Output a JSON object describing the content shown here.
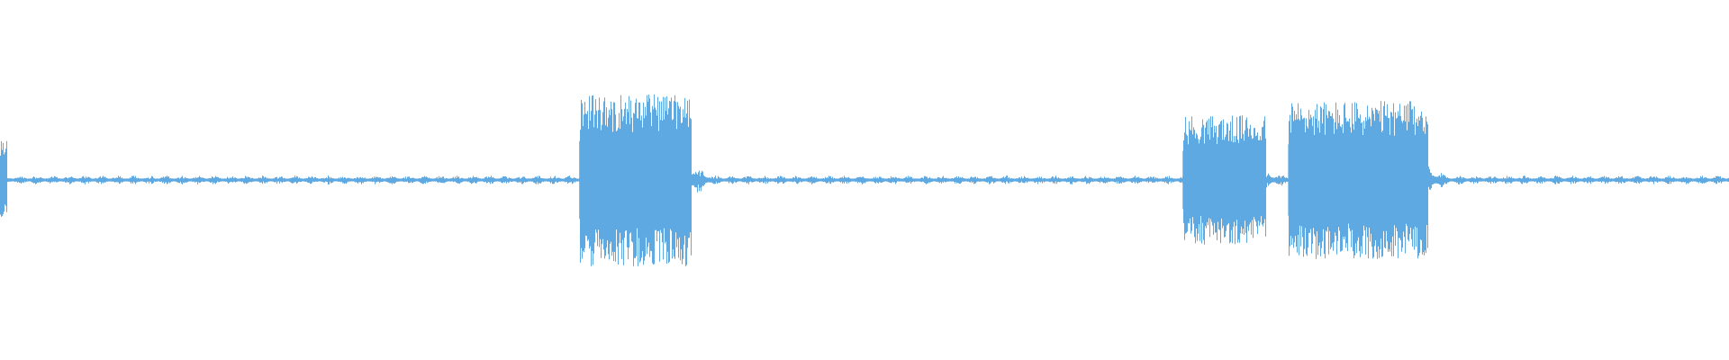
{
  "waveform": {
    "color": "#5ea9e2",
    "background": "#ffffff",
    "channels": 1,
    "duration_fraction_note_free": true,
    "segments": [
      {
        "kind": "transient",
        "start": 0.0,
        "end": 0.004,
        "level": 0.22
      },
      {
        "kind": "quiet",
        "start": 0.004,
        "end": 0.335,
        "level": 0.025
      },
      {
        "kind": "loud",
        "start": 0.335,
        "end": 0.4,
        "level": 0.48
      },
      {
        "kind": "decay",
        "start": 0.4,
        "end": 0.412,
        "level": 0.1
      },
      {
        "kind": "quiet",
        "start": 0.412,
        "end": 0.684,
        "level": 0.025
      },
      {
        "kind": "loud",
        "start": 0.684,
        "end": 0.732,
        "level": 0.36
      },
      {
        "kind": "decay",
        "start": 0.732,
        "end": 0.745,
        "level": 0.05
      },
      {
        "kind": "loud",
        "start": 0.745,
        "end": 0.826,
        "level": 0.44
      },
      {
        "kind": "decay",
        "start": 0.826,
        "end": 0.838,
        "level": 0.08
      },
      {
        "kind": "quiet",
        "start": 0.838,
        "end": 1.0,
        "level": 0.025
      }
    ]
  }
}
